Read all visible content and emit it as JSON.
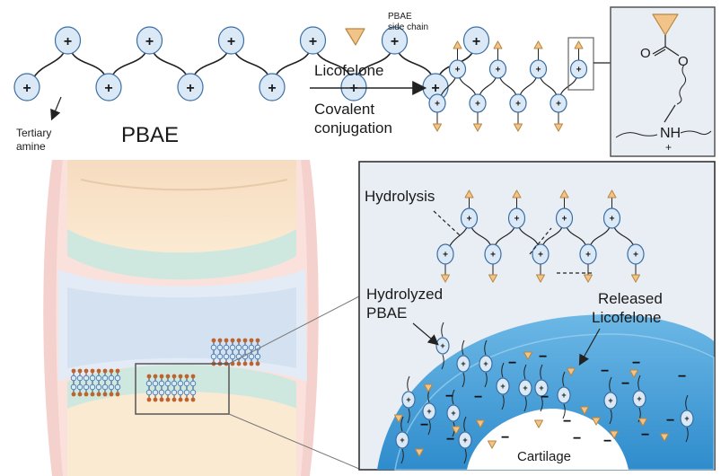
{
  "labels": {
    "pbae": "PBAE",
    "tertiary_amine_line1": "Tertiary",
    "tertiary_amine_line2": "amine",
    "licofelone": "Licofelone",
    "covalent_line1": "Covalent",
    "covalent_line2": "conjugation",
    "side_chain_line1": "PBAE",
    "side_chain_line2": "side chain",
    "hydrolysis": "Hydrolysis",
    "hydrolyzed_line1": "Hydrolyzed",
    "hydrolyzed_line2": "PBAE",
    "released_line1": "Released",
    "released_line2": "Licofelone",
    "cartilage": "Cartilage",
    "chem_oxygen_1": "O",
    "chem_oxygen_2": "O",
    "chem_nh": "NH",
    "chem_plus": "+"
  },
  "symbols": {
    "cation": "+",
    "anion": "−"
  },
  "colors": {
    "bead_fill": "#dbe9f7",
    "bead_stroke": "#3a6ea5",
    "drug_fill": "#f3c48a",
    "drug_stroke": "#b8863d",
    "cartilage_blue": "#4aa3d8",
    "bone": "#fbead2",
    "joint_pink": "#f2c5c0",
    "joint_green": "#cfe8df",
    "panel_fill": "#e9eef4",
    "panel_border": "#333333"
  },
  "icons": [
    "pbae-bead-icon",
    "licofelone-drug-icon",
    "arrow-icon",
    "zoom-box-icon"
  ]
}
